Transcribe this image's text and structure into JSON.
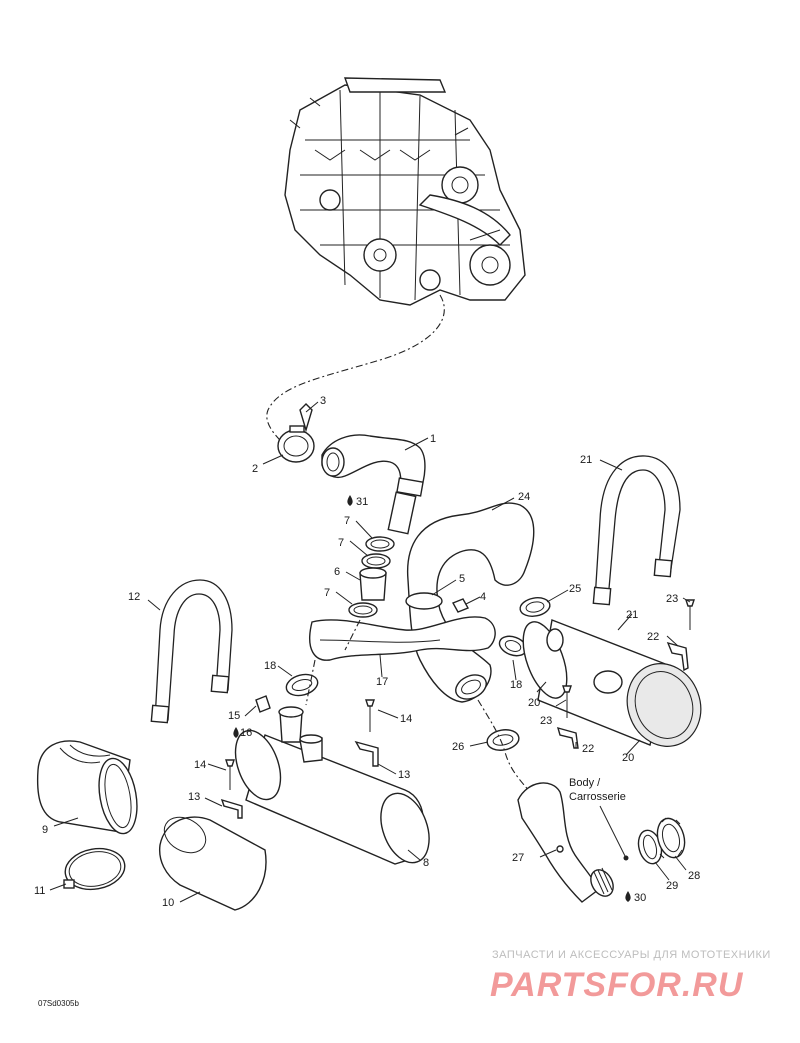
{
  "diagram": {
    "drawing_code": "07Sd0305b",
    "body_label_line1": "Body /",
    "body_label_line2": "Carrosserie",
    "callouts": {
      "c1": "1",
      "c2": "2",
      "c3": "3",
      "c4": "4",
      "c5": "5",
      "c6": "6",
      "c7a": "7",
      "c7b": "7",
      "c7c": "7",
      "c8": "8",
      "c9": "9",
      "c10": "10",
      "c11": "11",
      "c12": "12",
      "c13a": "13",
      "c13b": "13",
      "c14a": "14",
      "c14b": "14",
      "c15": "15",
      "c16": "16",
      "c17": "17",
      "c18a": "18",
      "c18b": "18",
      "c20a": "20",
      "c20b": "20",
      "c21a": "21",
      "c21b": "21",
      "c22a": "22",
      "c22b": "22",
      "c23a": "23",
      "c23b": "23",
      "c24": "24",
      "c25": "25",
      "c26": "26",
      "c27": "27",
      "c28": "28",
      "c29": "29",
      "c30": "30",
      "c31": "31"
    }
  },
  "watermark": {
    "tagline": "ЗАПЧАСТИ И АКСЕССУАРЫ ДЛЯ МОТОТЕХНИКИ",
    "brand": "PARTSFOR.RU"
  },
  "colors": {
    "line": "#222222",
    "watermark_brand": "#f29a9a",
    "watermark_tagline": "#bdbdbd"
  }
}
